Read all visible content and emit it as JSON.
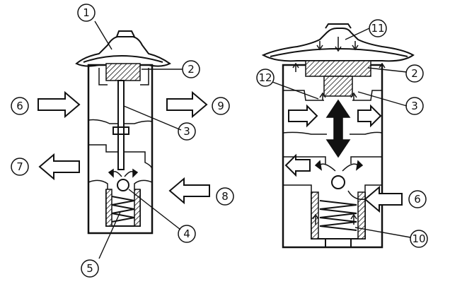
{
  "callouts": {
    "left": {
      "c1": "1",
      "c2": "2",
      "c3": "3",
      "c4": "4",
      "c5": "5",
      "c6": "6",
      "c7": "7",
      "c8": "8",
      "c9": "9"
    },
    "right": {
      "c2": "2",
      "c3": "3",
      "c6": "6",
      "c10": "10",
      "c11": "11",
      "c12": "12"
    }
  },
  "colors": {
    "ink": "#111111",
    "paper": "#ffffff"
  }
}
